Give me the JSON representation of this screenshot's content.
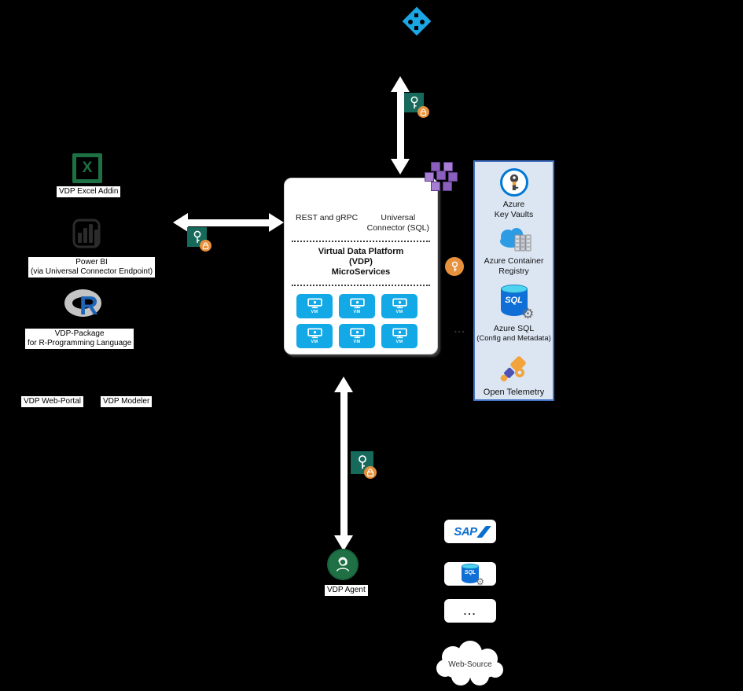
{
  "diagram": {
    "top_service": {
      "icon": "azure-service-diamond"
    },
    "clients": {
      "excel_letter": "X",
      "excel_label": "VDP Excel Addin",
      "powerbi_label_line1": "Power BI",
      "powerbi_label_line2": "(via Universal Connector Endpoint)",
      "r_letter": "R",
      "r_label_line1": "VDP-Package",
      "r_label_line2": "for R-Programming Language",
      "web_portal_label": "VDP Web-Portal",
      "modeler_label": "VDP Modeler"
    },
    "platform": {
      "rest_label": "REST and gRPC",
      "universal_line1": "Universal",
      "universal_line2": "Connector (SQL)",
      "title_line1": "Virtual Data Platform",
      "title_line2": "(VDP)",
      "title_line3": "MicroServices",
      "vm_label": "VM",
      "ellipsis": "..."
    },
    "azure_panel": {
      "key_vaults_line1": "Azure",
      "key_vaults_line2": "Key Vaults",
      "container_registry_line1": "Azure Container",
      "container_registry_line2": "Registry",
      "sql_badge": "SQL",
      "sql_line1": "Azure SQL",
      "sql_line2": "(Config and Metadata)",
      "telemetry_label": "Open Telemetry"
    },
    "agent_label": "VDP Agent",
    "sources": {
      "sap_label": "SAP",
      "sql_badge": "SQL",
      "ellipsis": "...",
      "web_label": "Web-Source"
    },
    "colors": {
      "background": "#000000",
      "diamond_cyan": "#1BA6E6",
      "vm_cyan": "#12A9E6",
      "key_square_green": "#17695B",
      "lock_badge_orange": "#E8913C",
      "panel_fill": "#DCE6F3",
      "panel_border": "#4472C4",
      "azure_blue": "#0F6FD7",
      "excel_green": "#1D7044",
      "agent_green": "#1F7145",
      "sap_blue": "#0A6ED1",
      "r_blue": "#1F65B7",
      "cube_purple": "#8A5FBE"
    }
  }
}
